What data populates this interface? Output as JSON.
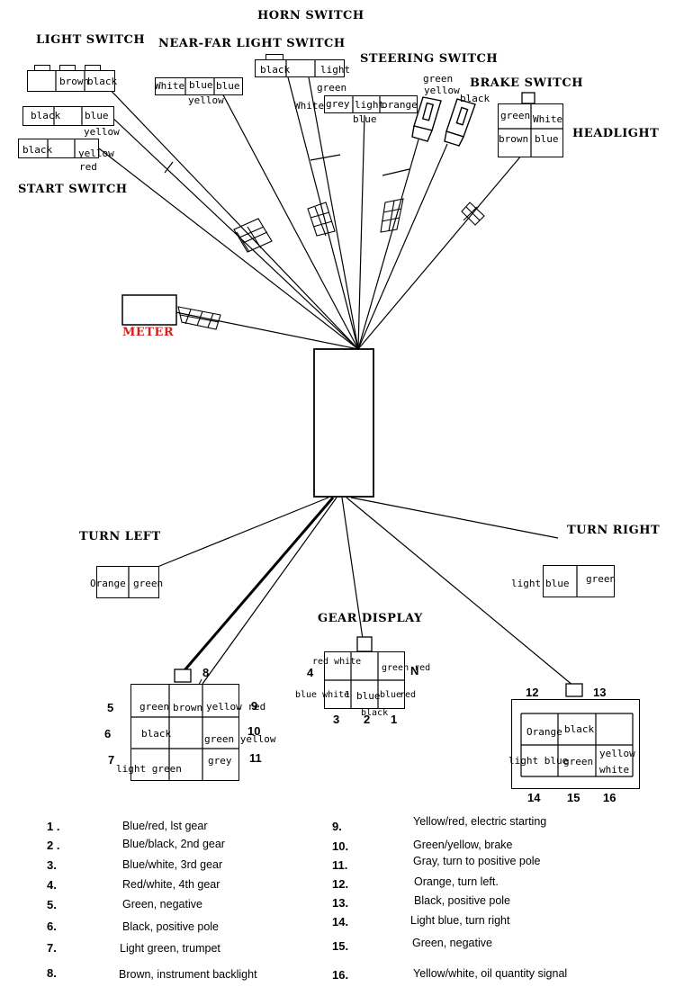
{
  "titles": {
    "horn_switch": "HORN SWITCH",
    "light_switch": "LIGHT SWITCH",
    "near_far_light_switch": "NEAR-FAR LIGHT SWITCH",
    "steering_switch": "STEERING SWITCH",
    "brake_switch": "BRAKE SWITCH",
    "headlight": "HEADLIGHT",
    "start_switch": "START SWITCH",
    "meter": "METER",
    "turn_left": "TURN LEFT",
    "turn_right": "TURN RIGHT",
    "gear_display": "GEAR DISPLAY"
  },
  "colors": {
    "meter_label": "#d4201c"
  },
  "wires": {
    "light_brown": "brown",
    "light_black": "black",
    "start1_black": "black",
    "start1_blue": "blue",
    "start1_yellow": "yellow",
    "start2_black": "black",
    "start2_yellow": "yellow",
    "start2_red": "red",
    "nf_white": "White",
    "nf_blue1": "blue",
    "nf_blue2": "blue",
    "nf_yellow": "yellow",
    "horn_black": "black",
    "horn_light": "light",
    "horn_green": "green",
    "steer_white": "White",
    "steer_grey": "grey",
    "steer_light": "light",
    "steer_blue": "blue",
    "steer_orange": "orange",
    "brake_green": "green",
    "brake_yellow": "yellow",
    "brake_black": "black",
    "hl_green": "green",
    "hl_white": "White",
    "hl_brown": "brown",
    "hl_blue": "blue",
    "tl_orange": "Orange",
    "tl_green": "green",
    "tr_light": "light",
    "tr_blue": "blue",
    "tr_green": "green",
    "gd_redwhite": "red white",
    "gd_greenred": "green red",
    "gd_bluewhite": "blue white",
    "gd_1": "1",
    "gd_blue": "blue",
    "gd_blue2": "blue",
    "gd_red": "red",
    "gd_black": "black",
    "c8_green": "green",
    "c8_brown": "brown",
    "c8_yellowred": "yellow red",
    "c8_black": "black",
    "c8_greenyellow": "green yellow",
    "c8_lightgreen": "light green",
    "c8_grey": "grey",
    "c16_orange": "Orange",
    "c16_black": "black",
    "c16_lightblue": "light blue",
    "c16_green": "green",
    "c16_yellow": "yellow",
    "c16_white": "white"
  },
  "pin_numbers": {
    "n8": "8",
    "n5": "5",
    "n9": "9",
    "n6": "6",
    "n10": "10",
    "n7": "7",
    "n11": "11",
    "n4": "4",
    "nN": "N",
    "n3": "3",
    "n2": "2",
    "n1": "1",
    "n12": "12",
    "n13": "13",
    "n14": "14",
    "n15": "15",
    "n16": "16"
  },
  "legend": [
    {
      "num": "1 .",
      "text": "Blue/red, lst gear"
    },
    {
      "num": "2 .",
      "text": "Blue/black, 2nd gear"
    },
    {
      "num": "3.",
      "text": "Blue/white, 3rd gear"
    },
    {
      "num": "4.",
      "text": "Red/white, 4th gear"
    },
    {
      "num": "5.",
      "text": "Green, negative"
    },
    {
      "num": "6.",
      "text": "Black, positive pole"
    },
    {
      "num": "7.",
      "text": "Light green, trumpet"
    },
    {
      "num": "8.",
      "text": "Brown, instrument backlight"
    },
    {
      "num": "9.",
      "text": "Yellow/red, electric starting"
    },
    {
      "num": "10.",
      "text": "Green/yellow, brake"
    },
    {
      "num": "11.",
      "text": "Gray, turn to positive pole"
    },
    {
      "num": "12.",
      "text": "Orange, turn left."
    },
    {
      "num": "13.",
      "text": "Black, positive pole"
    },
    {
      "num": "14.",
      "text": "Light blue, turn right"
    },
    {
      "num": "15.",
      "text": "Green, negative"
    },
    {
      "num": "16.",
      "text": "Yellow/white, oil quantity signal"
    }
  ]
}
